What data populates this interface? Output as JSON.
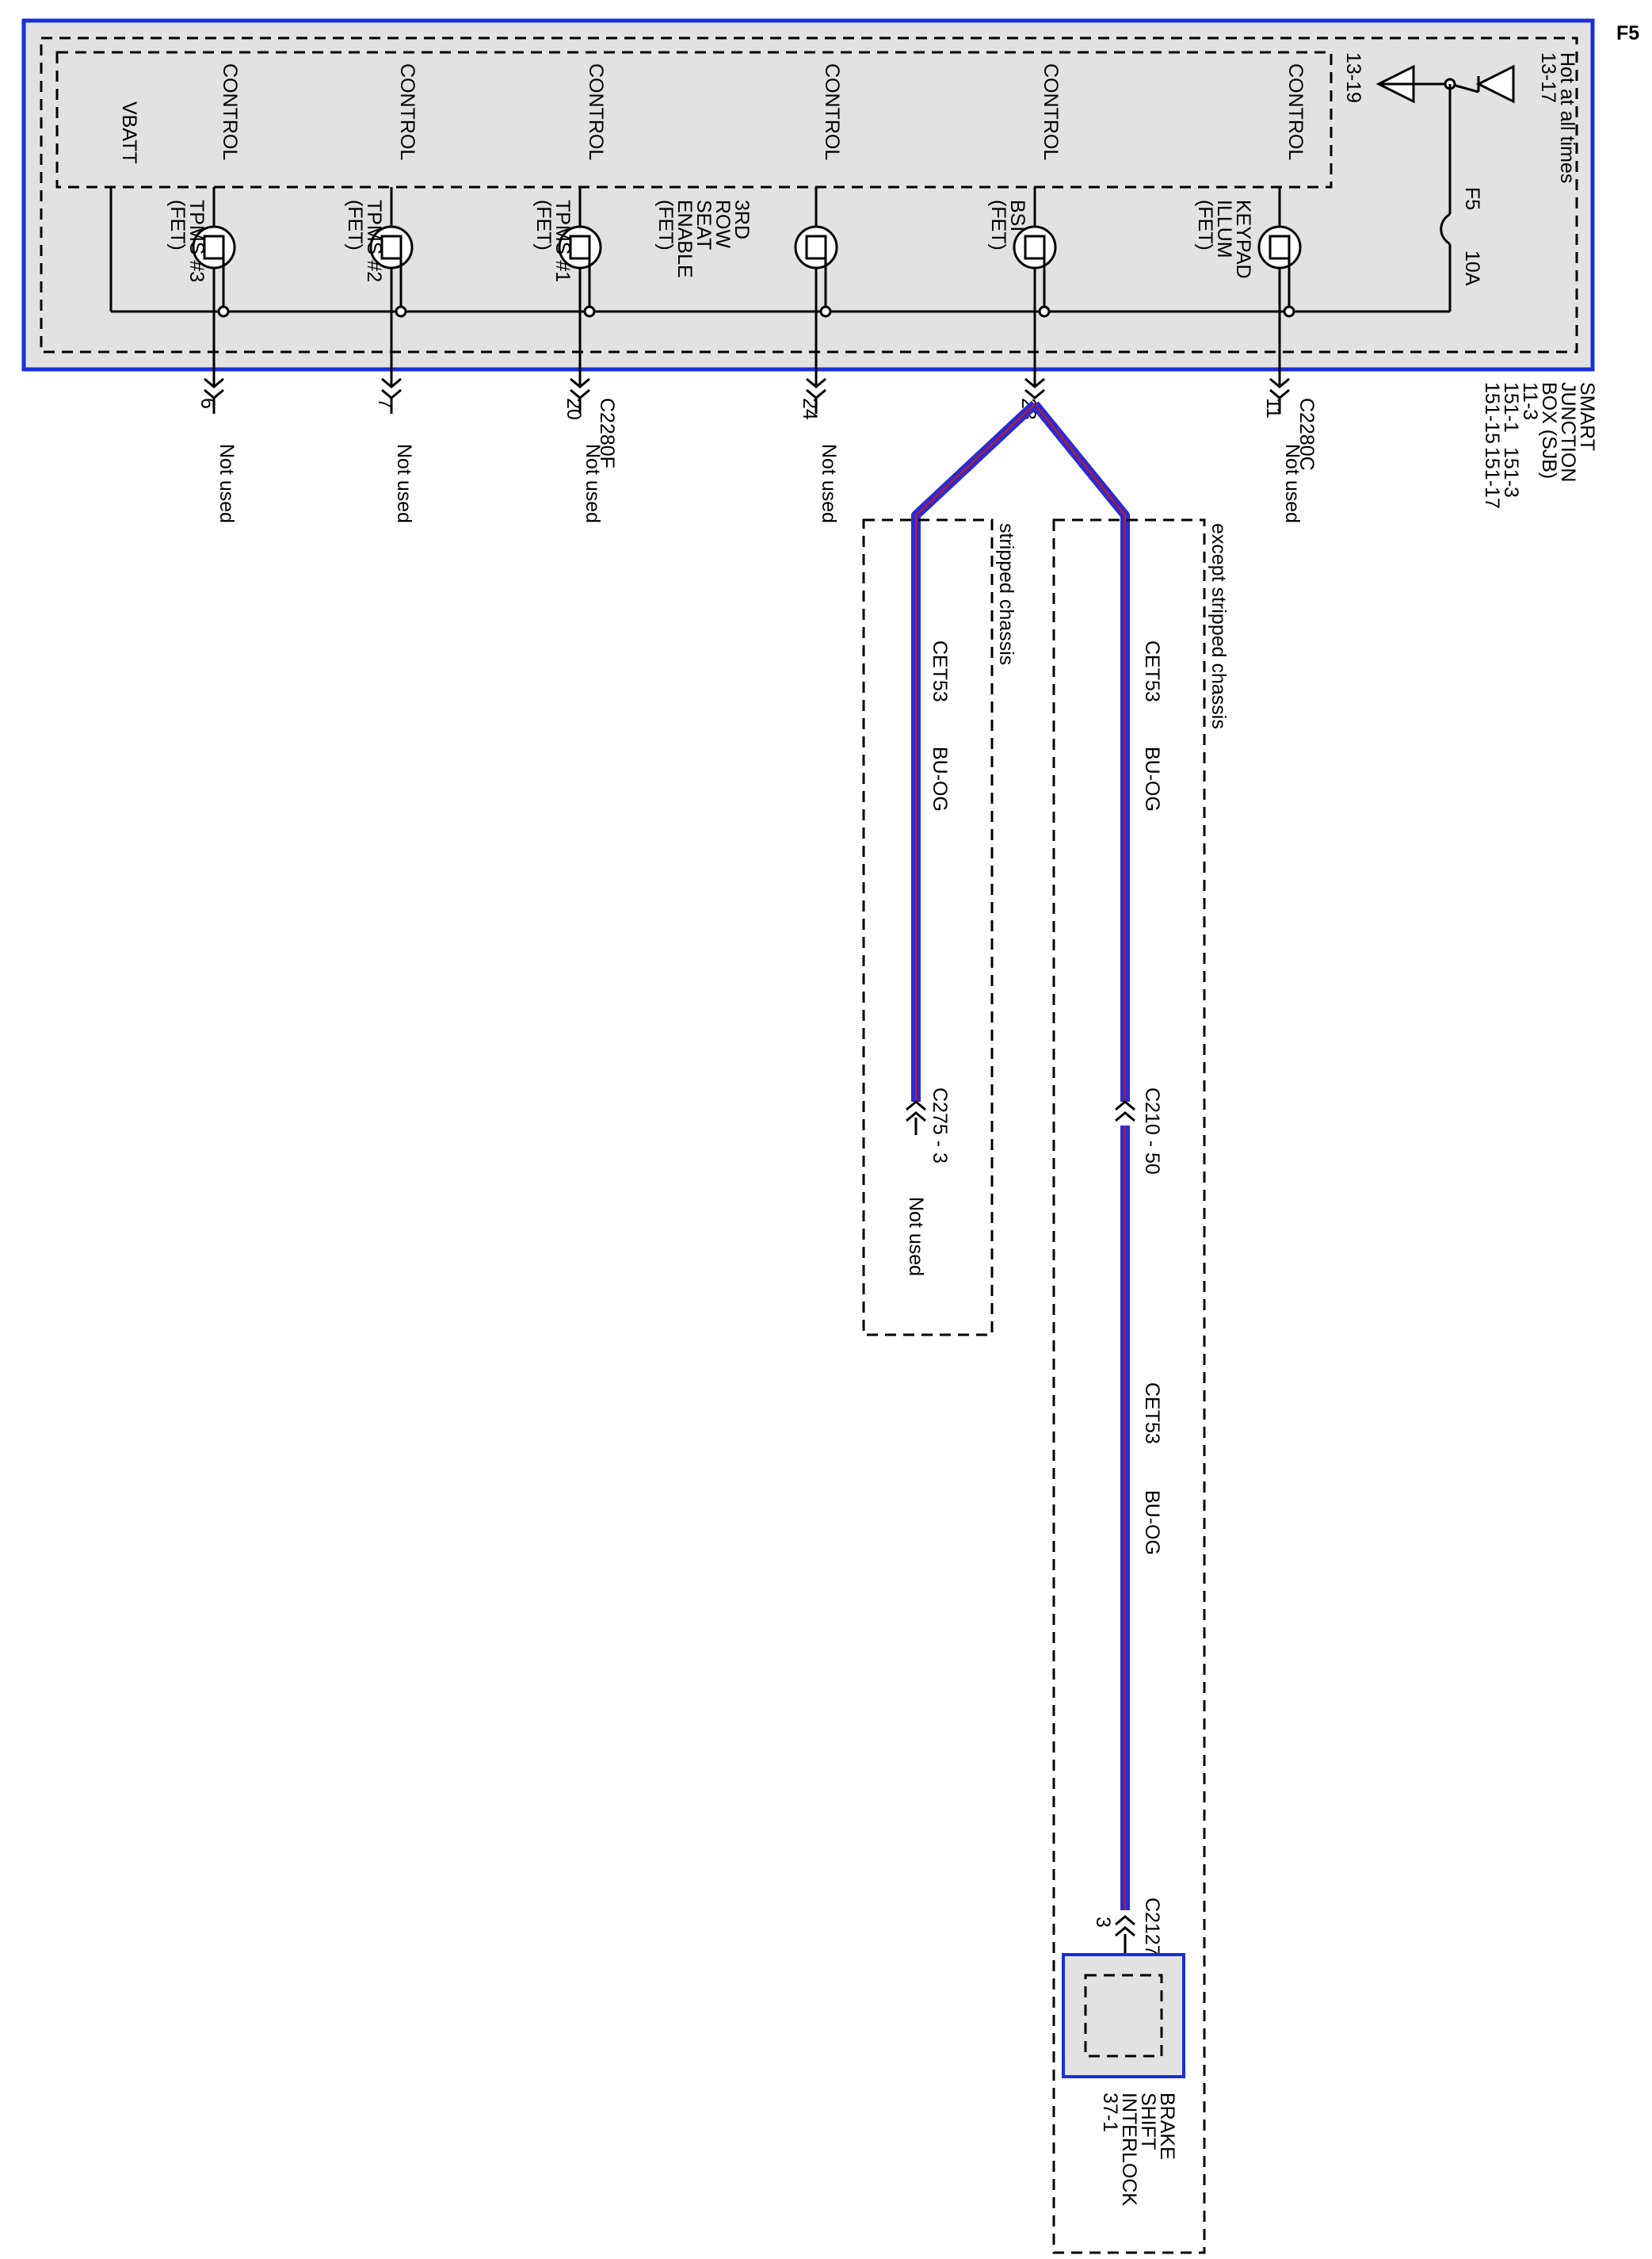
{
  "page_id": "F5",
  "module": {
    "name": [
      "SMART",
      "JUNCTION",
      "BOX (SJB)"
    ],
    "refs_left": [
      "11-3",
      "151-1",
      "151-15"
    ],
    "refs_right": [
      "151-3",
      "151-17"
    ],
    "hot_label": "Hot at all times",
    "hot_ref": "13-17",
    "ground_ref": "13-19",
    "fuse_name": "F5",
    "fuse_rating": "10A",
    "vbatt_label": "VBATT",
    "control_label": "CONTROL"
  },
  "outputs": [
    {
      "name": [
        "KEYPAD",
        "ILLUM",
        "(FET)"
      ],
      "pin": "11",
      "connector": "C2280C",
      "status": "Not used"
    },
    {
      "name": [
        "BSI",
        "(FET)"
      ],
      "pin": "23",
      "connector": "",
      "status": ""
    },
    {
      "name": [
        "3RD",
        "ROW",
        "SEAT",
        "ENABLE",
        "(FET)"
      ],
      "pin": "24",
      "connector": "",
      "status": "Not used"
    },
    {
      "name": [
        "TPMS #1",
        "(FET)"
      ],
      "pin": "20",
      "connector": "C2280F",
      "status": "Not used"
    },
    {
      "name": [
        "TPMS #2",
        "(FET)"
      ],
      "pin": "7",
      "connector": "",
      "status": "Not used"
    },
    {
      "name": [
        "TPMS #3",
        "(FET)"
      ],
      "pin": "6",
      "connector": "",
      "status": "Not used"
    }
  ],
  "branches": {
    "except": {
      "label": "except stripped chassis",
      "circuit": "CET53",
      "color": "BU-OG",
      "conn1": "C210 - 50",
      "conn2": "C2127",
      "conn2_pin": "3"
    },
    "stripped": {
      "label": "stripped chassis",
      "circuit": "CET53",
      "color": "BU-OG",
      "conn": "C275 - 3",
      "status": "Not used"
    }
  },
  "component": {
    "name": [
      "BRAKE",
      "SHIFT",
      "INTERLOCK"
    ],
    "ref": "37-1"
  },
  "colors": {
    "wire_blue": "#2b2bd0",
    "wire_stripe": "#d01818",
    "box_border": "#1a2fd8",
    "box_fill": "#e2e2e2"
  }
}
